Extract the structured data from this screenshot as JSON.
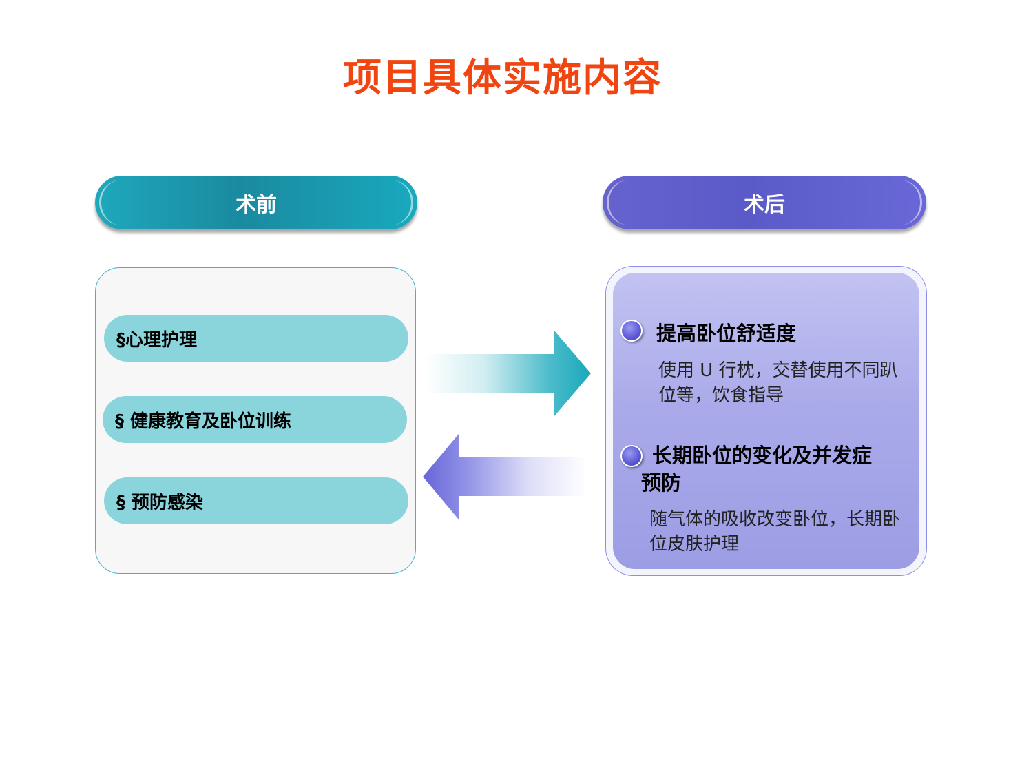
{
  "title": "项目具体实施内容",
  "pre": {
    "header": "术前",
    "items": [
      {
        "label": "§心理护理"
      },
      {
        "label": "§  健康教育及卧位训练"
      },
      {
        "label": "§  预防感染"
      }
    ]
  },
  "post": {
    "header": "术后",
    "sections": [
      {
        "heading": "提高卧位舒适度",
        "text": "使用 U 行枕，交替使用不同趴位等，饮食指导"
      },
      {
        "heading_line1": "长期卧位的变化及并发症",
        "heading_line2": "预防",
        "text": "随气体的吸收改变卧位，长期卧位皮肤护理"
      }
    ]
  },
  "colors": {
    "title": "#f04510",
    "pre_accent": "#1a9db2",
    "post_accent": "#5f5dd0"
  }
}
